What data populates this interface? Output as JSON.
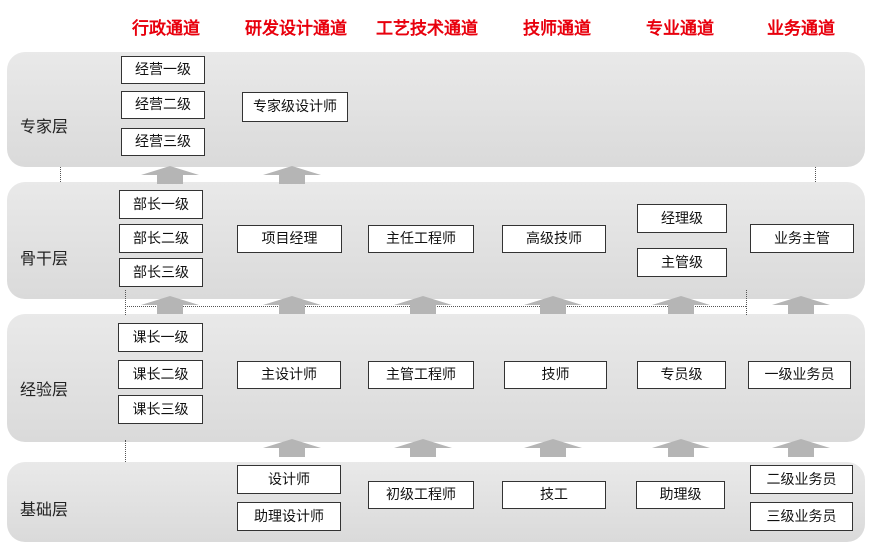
{
  "colors": {
    "channel_header": "#e8000d",
    "layer_bg": "#dedede",
    "arrow": "#b5b5b5"
  },
  "channels": [
    {
      "id": "admin",
      "label": "行政通道"
    },
    {
      "id": "rd",
      "label": "研发设计通道"
    },
    {
      "id": "process",
      "label": "工艺技术通道"
    },
    {
      "id": "tech",
      "label": "技师通道"
    },
    {
      "id": "prof",
      "label": "专业通道"
    },
    {
      "id": "biz",
      "label": "业务通道"
    }
  ],
  "layers": [
    {
      "id": "expert",
      "label": "专家层"
    },
    {
      "id": "backbone",
      "label": "骨干层"
    },
    {
      "id": "experience",
      "label": "经验层"
    },
    {
      "id": "foundation",
      "label": "基础层"
    }
  ],
  "nodes": {
    "expert": {
      "admin": [
        "经营一级",
        "经营二级",
        "经营三级"
      ],
      "rd": [
        "专家级设计师"
      ]
    },
    "backbone": {
      "admin": [
        "部长一级",
        "部长二级",
        "部长三级"
      ],
      "rd": [
        "项目经理"
      ],
      "process": [
        "主任工程师"
      ],
      "tech": [
        "高级技师"
      ],
      "prof": [
        "经理级",
        "主管级"
      ],
      "biz": [
        "业务主管"
      ]
    },
    "experience": {
      "admin": [
        "课长一级",
        "课长二级",
        "课长三级"
      ],
      "rd": [
        "主设计师"
      ],
      "process": [
        "主管工程师"
      ],
      "tech": [
        "技师"
      ],
      "prof": [
        "专员级"
      ],
      "biz": [
        "一级业务员"
      ]
    },
    "foundation": {
      "rd": [
        "设计师",
        "助理设计师"
      ],
      "process": [
        "初级工程师"
      ],
      "tech": [
        "技工"
      ],
      "prof": [
        "助理级"
      ],
      "biz": [
        "二级业务员",
        "三级业务员"
      ]
    }
  }
}
